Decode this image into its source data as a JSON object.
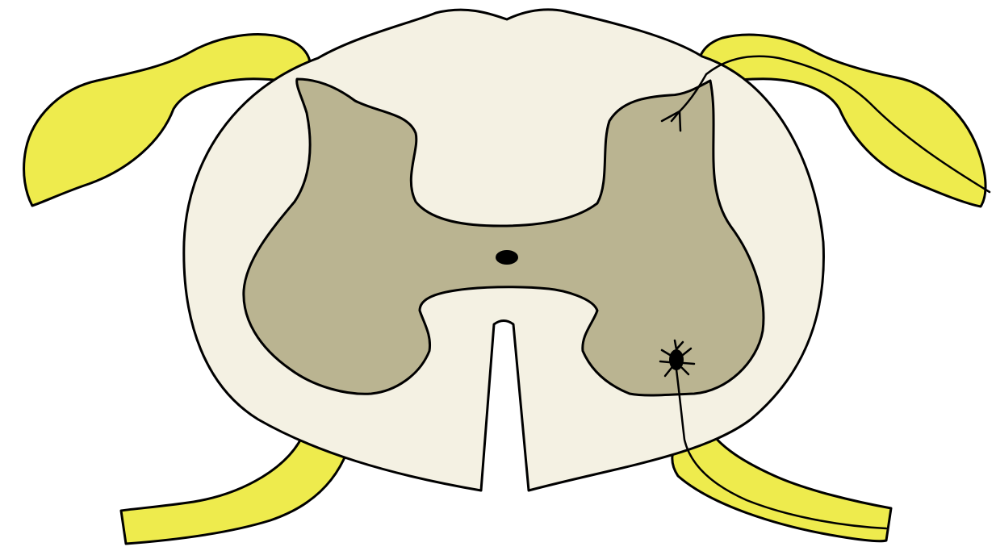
{
  "diagram": {
    "colors": {
      "white_matter": "#f4f1e3",
      "gray_matter": "#bab491",
      "nerve_root": "#eeeb4d",
      "outline": "#000000",
      "central_canal": "#000000",
      "background": "#ffffff"
    },
    "structures": [
      "white-matter",
      "gray-matter",
      "central-canal",
      "anterior-median-fissure",
      "dorsal-root-left",
      "dorsal-root-right",
      "ventral-root-left",
      "ventral-root-right",
      "sensory-axon",
      "motor-neuron",
      "motor-axon"
    ]
  }
}
